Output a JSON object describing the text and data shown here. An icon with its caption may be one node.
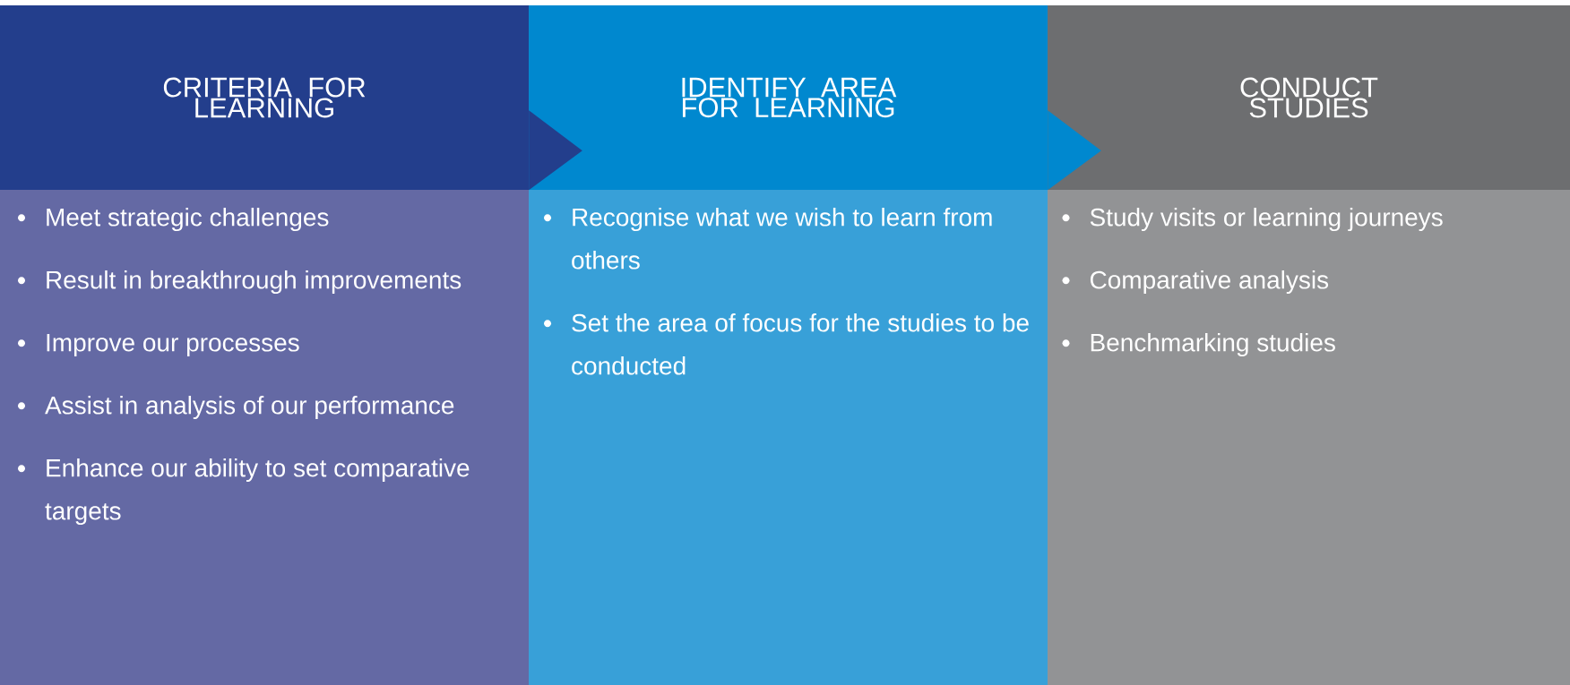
{
  "diagram": {
    "nodes": [
      {
        "text": [
          "CRITERIA FOR LEARNING"
        ]
      },
      {
        "text": [
          "IDENTIFY AREA FOR LEARNING"
        ]
      },
      {
        "text": [
          "CONDUCT STUDIES"
        ]
      },
      {
        "text": [
          "Meet strategic challenges",
          "Result in breakthrough improvements",
          "Improve our processes",
          "Assist in analysis of our performance",
          "Enhance our ability to set comparative targets"
        ]
      },
      {
        "text": [
          "Recognise what we wish to learn from others",
          "Set the area of focus for the studies to be conducted"
        ]
      },
      {
        "text": [
          "Study visits or learning journeys",
          "Comparative analysis",
          "Benchmarking studies"
        ]
      }
    ],
    "edges": [
      {
        "from": 0,
        "to": 1,
        "arrow": "to",
        "color": "#233e8c"
      },
      {
        "from": 1,
        "to": 2,
        "arrow": "to",
        "color": "#0088cf"
      }
    ]
  }
}
